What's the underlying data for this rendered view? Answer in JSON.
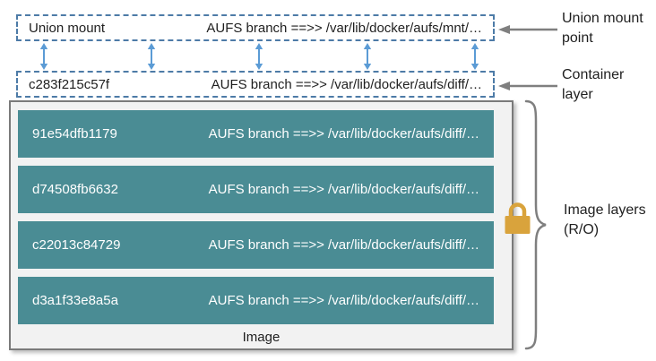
{
  "union_mount_box": {
    "label": "Union mount",
    "branch": "AUFS branch ==>> /var/lib/docker/aufs/mnt/…"
  },
  "container_box": {
    "id": "c283f215c57f",
    "branch": "AUFS branch ==>> /var/lib/docker/aufs/diff/…"
  },
  "image_box": {
    "caption": "Image",
    "layers": [
      {
        "id": "91e54dfb1179",
        "branch": "AUFS branch ==>> /var/lib/docker/aufs/diff/…"
      },
      {
        "id": "d74508fb6632",
        "branch": "AUFS branch ==>> /var/lib/docker/aufs/diff/…"
      },
      {
        "id": "c22013c84729",
        "branch": "AUFS branch ==>> /var/lib/docker/aufs/diff/…"
      },
      {
        "id": "d3a1f33e8a5a",
        "branch": "AUFS branch ==>> /var/lib/docker/aufs/diff/…"
      }
    ]
  },
  "annotations": {
    "union_mount_point": "Union mount point",
    "container_layer": "Container layer",
    "image_layers": "Image layers (R/O)"
  },
  "icons": {
    "lock": "padlock (read-only)",
    "vertical_double_arrow": "two-way arrow between union mount and container layer",
    "left_arrow": "annotation pointer arrow",
    "curly_brace": "grouping brace for image layers"
  },
  "colors": {
    "layer_teal": "#4A8C94",
    "dashed_blue": "#4D7BA7",
    "arrow_blue": "#5B9BD5",
    "annotation_gray": "#7F7F7F",
    "lock_gold": "#D9A33C",
    "image_box_fill": "#F2F2F2",
    "text_dark": "#1F1F1F"
  }
}
